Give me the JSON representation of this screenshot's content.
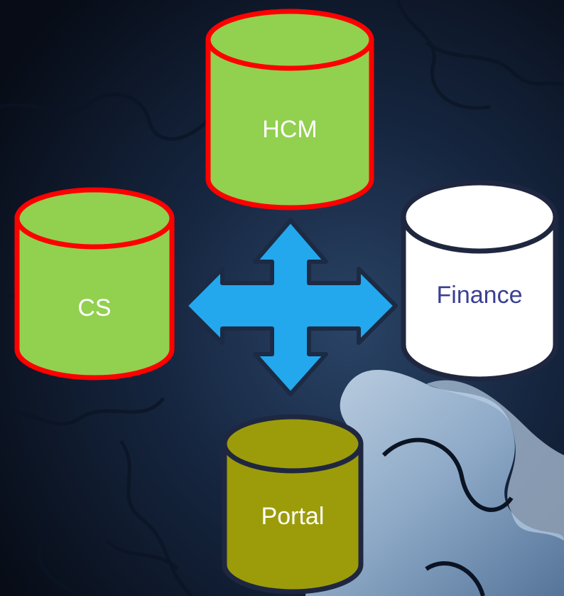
{
  "diagram": {
    "colors": {
      "background_dark": "#0a111f",
      "background_mid": "#1d3452",
      "puzzle_light": "#aac4de",
      "green_fill": "#92d050",
      "red_border": "#ff0000",
      "white_fill": "#ffffff",
      "navy_border": "#1f2740",
      "olive_fill": "#9c9c0a",
      "arrow_fill": "#23a8ee",
      "arrow_border": "#1c2a44"
    },
    "databases": {
      "hcm": {
        "label": "HCM",
        "fill": "#92d050",
        "border": "#ff0000",
        "text_color": "#ffffff"
      },
      "cs": {
        "label": "CS",
        "fill": "#92d050",
        "border": "#ff0000",
        "text_color": "#ffffff"
      },
      "finance": {
        "label": "Finance",
        "fill": "#ffffff",
        "border": "#1f2740",
        "text_color": "#3b3f93"
      },
      "portal": {
        "label": "Portal",
        "fill": "#9c9c0a",
        "border": "#1f2740",
        "text_color": "#ffffff"
      }
    },
    "connector": {
      "icon": "four-way-arrow-icon",
      "fill": "#23a8ee"
    }
  }
}
